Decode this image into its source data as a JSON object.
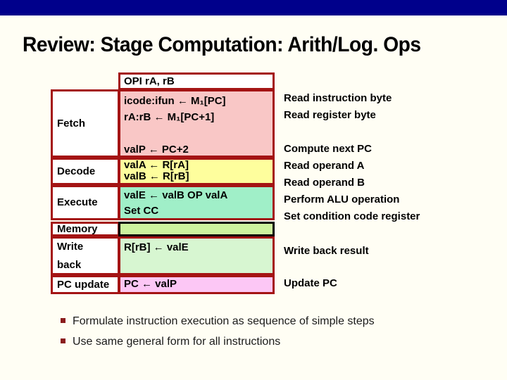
{
  "slide_title": "Review: Stage Computation: Arith/Log. Ops",
  "colors": {
    "top_bar": "#00008B",
    "background": "#FFFEF4",
    "table_border_red": "#A41414",
    "fetch_box": "#F9C7C6",
    "decode_box": "#FEFE9D",
    "execute_box": "#A0EFC8",
    "memory_box": "#CDF39E",
    "memory_box_border": "#000000",
    "writeback_box": "#D7F6D1",
    "pc_update_box": "#FCC7F5",
    "bullet_marker": "#8B1D1D"
  },
  "pipeline": {
    "instruction": "OPI rA, rB",
    "rows": [
      {
        "stage": "Fetch",
        "lines": [
          "icode:ifun ← M₁[PC]",
          "rA:rB ← M₁[PC+1]",
          "valP ← PC+2"
        ]
      },
      {
        "stage": "Decode",
        "lines": [
          "valA ← R[rA]",
          "valB ← R[rB]"
        ]
      },
      {
        "stage": "Execute",
        "lines": [
          "valE ← valB OP valA",
          "Set CC"
        ]
      },
      {
        "stage": "Memory",
        "lines": []
      },
      {
        "stage": "Write back",
        "lines": [
          "R[rB] ← valE"
        ]
      },
      {
        "stage": "PC update",
        "lines": [
          "PC ← valP"
        ]
      }
    ]
  },
  "descriptions": [
    "Read instruction byte",
    "Read register byte",
    "Compute next PC",
    "Read operand A",
    "Read operand B",
    "Perform ALU operation",
    "Set condition code register",
    "Write back result",
    "Update PC"
  ],
  "bullets": [
    "Formulate instruction execution as sequence of simple steps",
    "Use same general form for all instructions"
  ]
}
